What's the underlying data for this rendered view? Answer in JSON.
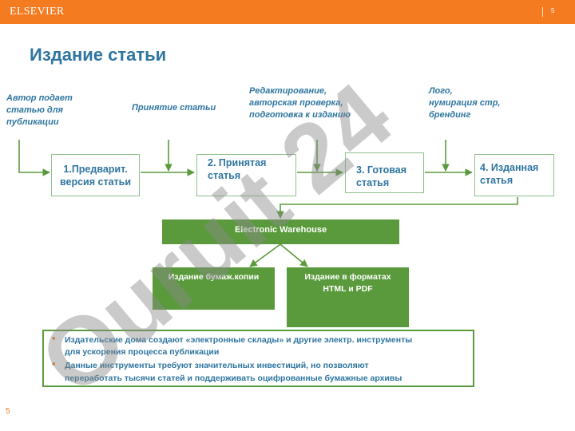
{
  "header": {
    "brand": "ELSEVIER",
    "slide_index": "5",
    "bar_color": "#f47b20"
  },
  "slide": {
    "title": "Издание статьи",
    "page_number": "5"
  },
  "annotations": [
    {
      "lines": [
        "Автор подает",
        "статью для",
        "публикации"
      ]
    },
    {
      "lines": [
        "Принятие статьи"
      ]
    },
    {
      "lines": [
        "Редактирование,",
        "авторская проверка,",
        "подготовка к изданию"
      ]
    },
    {
      "lines": [
        "Лого,",
        "нумирация стр,",
        "брендинг"
      ]
    }
  ],
  "stages": [
    {
      "lines": [
        "1.Предварит.",
        "версия статьи"
      ]
    },
    {
      "lines": [
        "2. Принятая",
        "статья"
      ]
    },
    {
      "lines": [
        "3. Готовая",
        "статья"
      ]
    },
    {
      "lines": [
        "4. Изданная",
        "статья"
      ]
    }
  ],
  "warehouse": {
    "label": "Electronic Warehouse"
  },
  "outputs": [
    {
      "lines": [
        "Издание бумаж.копии"
      ]
    },
    {
      "lines": [
        "Издание в форматах",
        "HTML и PDF"
      ]
    }
  ],
  "notes": [
    {
      "lines": [
        "Издательские дома создают «электронные склады» и другие электр. инструменты",
        "для ускорения процесса публикации"
      ]
    },
    {
      "lines": [
        "Данные инструменты  требуют значительных инвестиций,  но позволяют",
        "переработать тысячи статей  и поддерживать оцифрованные бумажные архивы"
      ]
    }
  ],
  "watermark": {
    "text": "Ouruit 24"
  },
  "colors": {
    "accent_orange": "#f47b20",
    "text_blue": "#2e75a0",
    "green": "#5a9a3c"
  }
}
